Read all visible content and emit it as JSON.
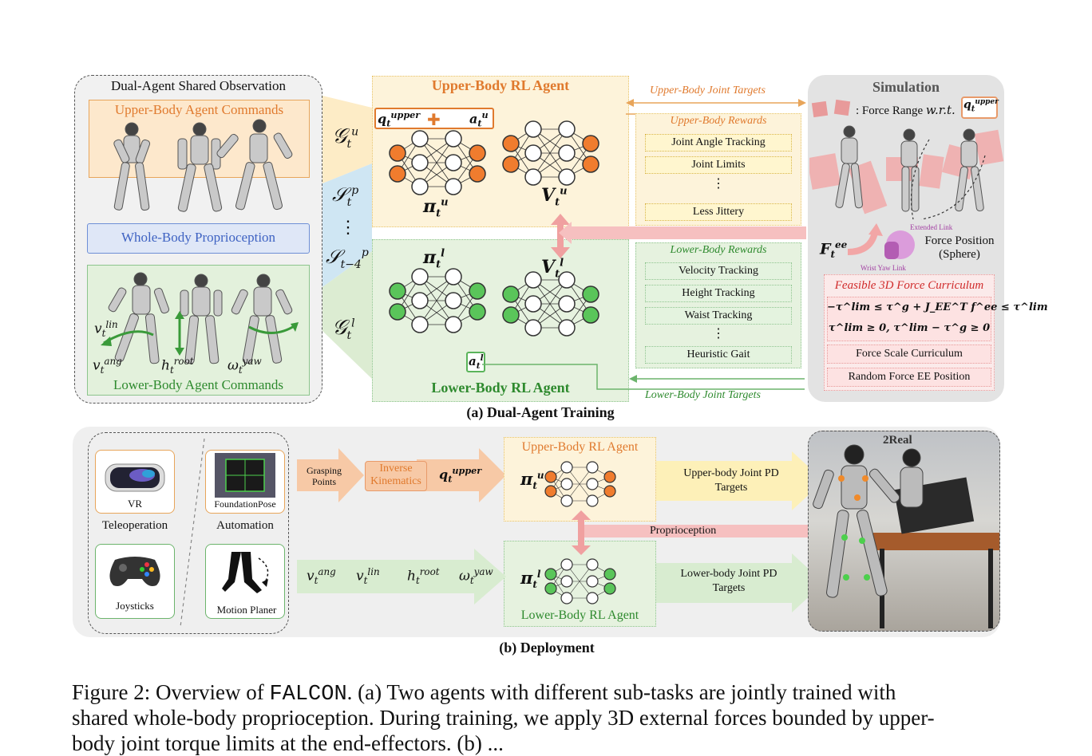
{
  "panel_a": {
    "observation": {
      "title": "Dual-Agent Shared Observation",
      "upper_cmd_label": "Upper-Body Agent Commands",
      "proprio_label": "Whole-Body Proprioception",
      "lower_cmd_label": "Lower-Body Agent Commands",
      "v_lin": "v",
      "v_lin_sup": "lin",
      "v_ang": "v",
      "v_ang_sup": "ang",
      "h_root": "h",
      "h_root_sup": "root",
      "w_yaw": "ω",
      "w_yaw_sup": "yaw",
      "t": "t"
    },
    "g_u": "𝒢",
    "g_u_sup": "u",
    "s_p": "𝒮",
    "s_p_sup": "p",
    "s_dots": "⋮",
    "s_p4": "𝒮",
    "s_p4_sup": "p",
    "s_p4_sub": "t−4",
    "g_l": "𝒢",
    "g_l_sup": "l",
    "upper_agent": {
      "title": "Upper-Body RL Agent",
      "q_upper": "q",
      "q_upper_sup": "upper",
      "plus": "✚",
      "a_u": "a",
      "a_u_sup": "u",
      "pi_u": "π",
      "pi_u_sup": "u",
      "v_u": "V",
      "v_u_sup": "u"
    },
    "lower_agent": {
      "title": "Lower-Body RL Agent",
      "pi_l": "π",
      "pi_l_sup": "l",
      "v_l": "V",
      "v_l_sup": "l",
      "a_l": "a",
      "a_l_sup": "l"
    },
    "upper_joint_targets": "Upper-Body Joint Targets",
    "lower_joint_targets": "Lower-Body Joint Targets",
    "upper_rewards": {
      "title": "Upper-Body Rewards",
      "items": [
        "Joint Angle Tracking",
        "Joint Limits",
        "⋮",
        "Less Jittery"
      ]
    },
    "lower_rewards": {
      "title": "Lower-Body Rewards",
      "items": [
        "Velocity Tracking",
        "Height Tracking",
        "Waist Tracking",
        "⋮",
        "Heuristic Gait"
      ]
    },
    "simulation": {
      "title": "Simulation",
      "force_range": ": Force Range",
      "wrt": "w.r.t.",
      "q_upper": "q",
      "q_upper_sup": "upper",
      "f_ee": "F",
      "f_ee_sup": "ee",
      "extended_link": "Extended Link",
      "wrist_yaw_link": "Wrist Yaw Link",
      "force_position": "Force Position",
      "sphere": "(Sphere)",
      "curriculum_title": "Feasible 3D Force Curriculum",
      "eq1": "−τ^lim ≤ τ^g + J_EE^T f^ee ≤ τ^lim",
      "eq2": "τ^lim ≥ 0, τ^lim − τ^g ≥ 0",
      "force_scale": "Force Scale Curriculum",
      "random_force": "Random Force EE Position"
    },
    "caption": "(a) Dual-Agent Training"
  },
  "panel_b": {
    "vr": "VR",
    "teleoperation": "Teleoperation",
    "foundationpose": "FoundationPose",
    "automation": "Automation",
    "joysticks": "Joysticks",
    "motion_planer": "Motion Planer",
    "grasping_points": "Grasping Points",
    "inverse_kinematics": "Inverse Kinematics",
    "q_upper": "q",
    "q_upper_sup": "upper",
    "upper_agent": "Upper-Body RL Agent",
    "lower_agent": "Lower-Body RL Agent",
    "pi_u": "π",
    "pi_u_sup": "u",
    "pi_l": "π",
    "pi_l_sup": "l",
    "upper_pd": "Upper-body Joint PD Targets",
    "lower_pd": "Lower-body Joint PD Targets",
    "proprioception": "Proprioception",
    "to_real": "2Real",
    "v_ang": "v",
    "v_ang_sup": "ang",
    "v_lin": "v",
    "v_lin_sup": "lin",
    "h_root": "h",
    "h_root_sup": "root",
    "w_yaw": "ω",
    "w_yaw_sup": "yaw",
    "t": "t",
    "caption": "(b) Deployment"
  },
  "figure_caption": {
    "line1_prefix": "Figure 2: Overview of",
    "falcon": "FALCON",
    "line1_rest": ". (a) Two agents with different sub-tasks are jointly trained with",
    "line2": "shared whole-body proprioception. During training, we apply 3D external forces bounded by upper-",
    "line3": "body joint torque limits at the end-effectors. (b) ..."
  },
  "colors": {
    "orange": "#e07a2e",
    "green": "#2e8a2e",
    "blue": "#3e62c2",
    "red": "#d02a2a",
    "orange_bg": "#fdf0d6",
    "green_bg": "#e4f1dc",
    "blue_bg": "#d7ecf6",
    "sim_bg": "#e3e3e3"
  }
}
